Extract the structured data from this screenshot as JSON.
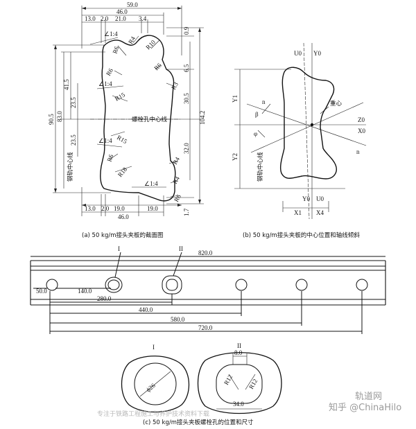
{
  "panel_a": {
    "caption": "(a) 50 kg/m接头夹板的截面图",
    "top_dims": [
      "59.0",
      "46.0",
      "13.0",
      "2.0",
      "21.0",
      "3.4"
    ],
    "bottom_dims": [
      "13.0",
      "2.0",
      "19.0",
      "19.0",
      "46.0"
    ],
    "left_dims": [
      "90.5",
      "83.0",
      "41.5",
      "23.5",
      "23.5"
    ],
    "right_dims": [
      "0.9",
      "6.5",
      "30.5",
      "104.2",
      "32.0",
      "1.7"
    ],
    "slopes": [
      "1:4",
      "1:4",
      "1:4",
      "1:4"
    ],
    "radii": [
      "R6",
      "R4",
      "R10",
      "R6",
      "R3",
      "R6",
      "R15",
      "R15",
      "R6",
      "R18",
      "R4",
      "R4",
      "R6"
    ],
    "bolt_axis": "螺栓孔中心线",
    "rail_axis": "钢轨中心线"
  },
  "panel_b": {
    "caption": "(b) 50 kg/m接头夹板的中心位置和轴线倾斜",
    "axis_labels": [
      "U0",
      "Y0",
      "Y1",
      "Y2",
      "Z0",
      "X0",
      "X1",
      "X4",
      "U0",
      "Y0",
      "β",
      "φ",
      "n",
      "n"
    ],
    "centroid": "重心",
    "rail_axis": "钢轨中心线"
  },
  "panel_c": {
    "caption": "(c) 50 kg/m接头夹板螺栓孔的位置和尺寸",
    "labels_top": [
      "I",
      "II"
    ],
    "total_length": "820.0",
    "dims": [
      "50.0",
      "140.0",
      "280.0",
      "440.0",
      "580.0",
      "720.0"
    ],
    "detail_labels": [
      "I",
      "II"
    ],
    "detail_dims": [
      "ϕ26",
      "8.0",
      "R12",
      "R12",
      "34.0"
    ]
  },
  "watermark": {
    "main": "知乎 @ChinaHilo",
    "site": "轨道网",
    "bottom_text": "专注于铁路工程施工与养护技术资料下载"
  }
}
